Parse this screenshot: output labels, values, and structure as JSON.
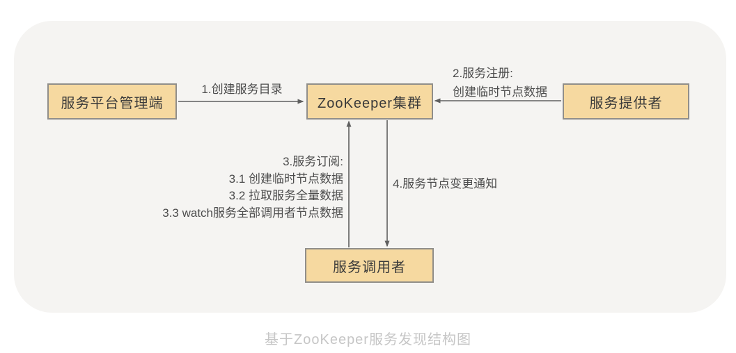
{
  "diagram": {
    "caption": "基于ZooKeeper服务发现结构图",
    "nodes": {
      "admin": "服务平台管理端",
      "zookeeper": "ZooKeeper集群",
      "provider": "服务提供者",
      "consumer": "服务调用者"
    },
    "edges": {
      "create_dir": "1.创建服务目录",
      "register_line1": "2.服务注册:",
      "register_line2": "创建临时节点数据",
      "subscribe_line1": "3.服务订阅:",
      "subscribe_line2": "3.1 创建临时节点数据",
      "subscribe_line3": "3.2 拉取服务全量数据",
      "subscribe_line4": "3.3 watch服务全部调用者节点数据",
      "notify": "4.服务节点变更通知"
    },
    "colors": {
      "panel_bg": "#f5f4f2",
      "node_fill": "#f6d9a0",
      "node_border": "#908e8a",
      "node_text": "#3a3a3a",
      "arrow": "#5f5f5f",
      "label_text": "#4c4c4c",
      "caption_text": "#c6c6c6"
    }
  }
}
